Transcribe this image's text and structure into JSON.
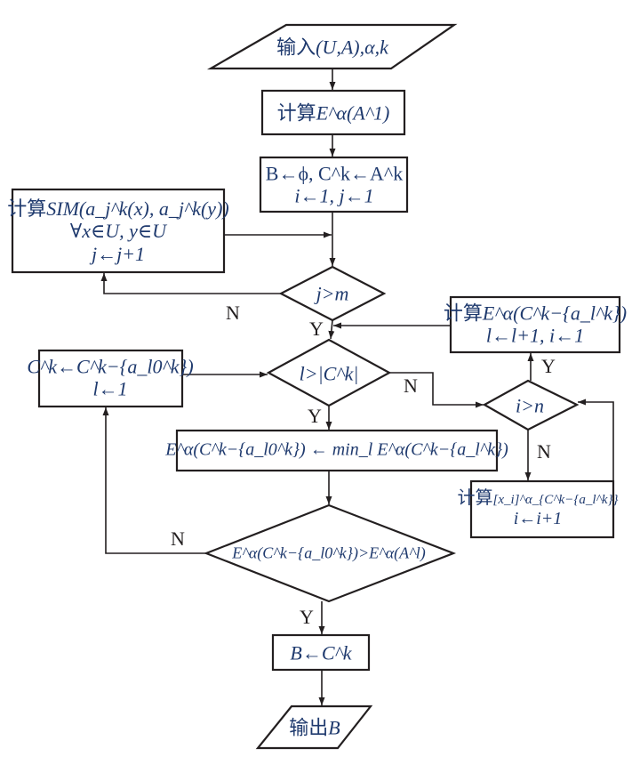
{
  "nodes": {
    "input": {
      "type": "io",
      "text_cn": "输入",
      "text_math": "(U,A),α,k"
    },
    "compute_entropy_a1": {
      "type": "process",
      "text_cn": "计算",
      "text_math": "E^α(A^1)"
    },
    "init": {
      "type": "process",
      "line1": "B←ϕ, C^k←A^k",
      "line2": "i←1, j←1"
    },
    "compute_sim": {
      "type": "process",
      "line1_cn": "计算",
      "line1_math": "SIM(a_j^k(x), a_j^k(y))",
      "line2": "∀x∈U, y∈U",
      "line3": "j←j+1"
    },
    "decision_j_gt_m": {
      "type": "decision",
      "text": "j>m"
    },
    "compute_entropy_remove_al": {
      "type": "process",
      "line1_cn": "计算",
      "line1_math": "E^α(C^k−{a_l^k})",
      "line2": "l←l+1, i←1"
    },
    "update_ck": {
      "type": "process",
      "line1": "C^k←C^k−{a_l0^k})",
      "line2": "l←1"
    },
    "decision_l_gt_ck": {
      "type": "decision",
      "text": "l>|C^k|"
    },
    "decision_i_gt_n": {
      "type": "decision",
      "text": "i>n"
    },
    "min_entropy": {
      "type": "process",
      "text": "E^α(C^k−{a_l0^k}) ← min_l E^α(C^k−{a_l^k})"
    },
    "compute_xi": {
      "type": "process",
      "line1_cn": "计算",
      "line1_math": "[x_i]^α_{C^k−{a_l^k}}",
      "line2": "i←i+1"
    },
    "decision_entropy_compare": {
      "type": "decision",
      "text": "E^α(C^k−{a_l0^k})>E^α(A^l)"
    },
    "assign_b": {
      "type": "process",
      "text": "B←C^k"
    },
    "output": {
      "type": "io",
      "text_cn": "输出",
      "text_math": "B"
    }
  },
  "edge_labels": {
    "j_gt_m_no": "N",
    "j_gt_m_yes": "Y",
    "l_gt_ck_no": "N",
    "l_gt_ck_yes": "Y",
    "i_gt_n_yes": "Y",
    "i_gt_n_no": "N",
    "compare_no": "N",
    "compare_yes": "Y"
  },
  "colors": {
    "stroke": "#231f20",
    "text": "#1f3a6e",
    "background": "#ffffff"
  }
}
